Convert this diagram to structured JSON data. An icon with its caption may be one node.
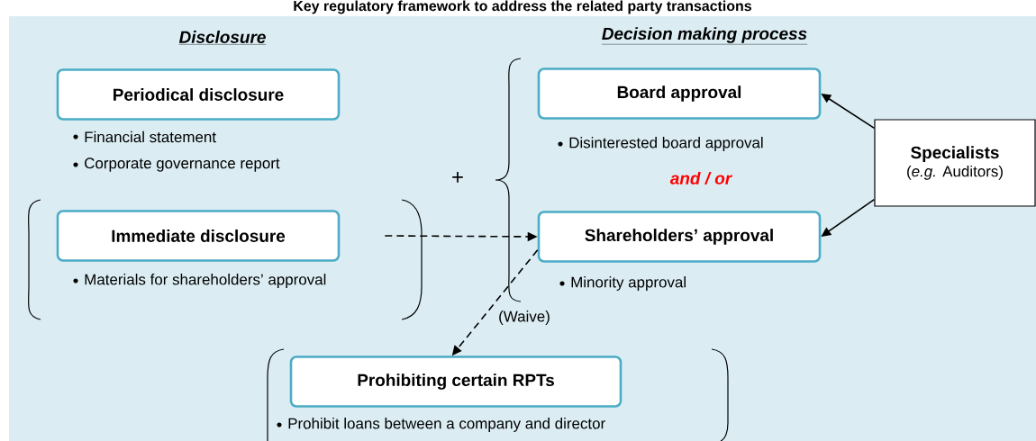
{
  "diagram": {
    "title": "Key regulatory framework to address the related party transactions",
    "nodes": [
      {
        "text": [
          "Periodical disclosure"
        ],
        "beside": [
          "Financial statement",
          "Corporate governance report"
        ]
      },
      {
        "text": [
          "Immediate disclosure"
        ],
        "beside": [
          "Materials for shareholders’ approval"
        ]
      },
      {
        "text": [
          "Board approval"
        ],
        "beside": [
          "Disinterested board approval"
        ]
      },
      {
        "text": [
          "Shareholders’ approval"
        ],
        "beside": [
          "Minority approval"
        ]
      },
      {
        "text": [
          "Specialists",
          "(*e.g.* Auditors)"
        ]
      },
      {
        "text": [
          "Prohibiting certain RPTs"
        ],
        "beside": [
          "Prohibit loans between a company and director"
        ]
      }
    ],
    "edges": [
      {
        "from": 4,
        "to": 2,
        "arrow": "to"
      },
      {
        "from": 4,
        "to": 3,
        "arrow": "to"
      },
      {
        "from": 1,
        "to": 3,
        "arrow": "to",
        "style": "dashed"
      },
      {
        "from": 3,
        "to": 5,
        "arrow": "to",
        "style": "dashed",
        "label": "(Waive)"
      }
    ],
    "labels": [
      "Disclosure",
      "Decision making process",
      "+",
      "and / or"
    ]
  }
}
